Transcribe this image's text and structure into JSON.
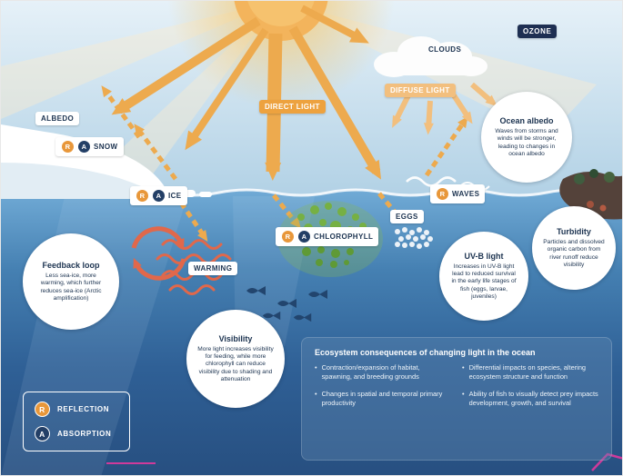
{
  "colors": {
    "sun_orange": "#eda23f",
    "diffuse_orange": "#f2bf7e",
    "navy": "#233f66",
    "warming_red": "#e0684b",
    "chlorophyll_green": "#76b043",
    "magenta_mark": "#cf3a9b",
    "ocean_deep": "#285181",
    "sky": "#b2d1e5"
  },
  "labels": {
    "albedo": "ALBEDO",
    "snow": "SNOW",
    "ice": "ICE",
    "waves": "WAVES",
    "eggs": "EGGS",
    "chlorophyll": "CHLOROPHYLL",
    "warming": "WARMING",
    "direct_light": "DIRECT LIGHT",
    "diffuse_light": "DIFFUSE LIGHT",
    "clouds": "CLOUDS",
    "ozone": "OZONE"
  },
  "bubbles": {
    "ocean_albedo": {
      "title": "Ocean albedo",
      "body": "Waves from storms and winds will be stronger, leading to changes in ocean albedo"
    },
    "turbidity": {
      "title": "Turbidity",
      "body": "Particles and dissolved organic carbon from river runoff reduce visibility"
    },
    "uvb": {
      "title": "UV-B light",
      "body": "Increases in UV-B light lead to reduced survival in the early life stages of fish (eggs, larvae, juveniles)"
    },
    "feedback": {
      "title": "Feedback loop",
      "body": "Less sea-ice, more warming, which further reduces sea-ice (Arctic amplification)"
    },
    "visibility": {
      "title": "Visibility",
      "body": "More light increases visibility for feeding, while more chlorophyll can reduce visibility due to shading and attenuation"
    }
  },
  "panel": {
    "title": "Ecosystem consequences of changing light in the ocean",
    "bullet": "•",
    "bullets_left": [
      "Contraction/expansion of habitat, spawning, and breeding grounds",
      "Changes in spatial and temporal primary productivity"
    ],
    "bullets_right": [
      "Differential impacts on species, altering ecosystem structure and function",
      "Ability of fish to visually detect prey impacts development, growth, and survival"
    ]
  },
  "legend": {
    "r": "R",
    "a": "A",
    "reflection": "REFLECTION",
    "absorption": "ABSORPTION"
  }
}
